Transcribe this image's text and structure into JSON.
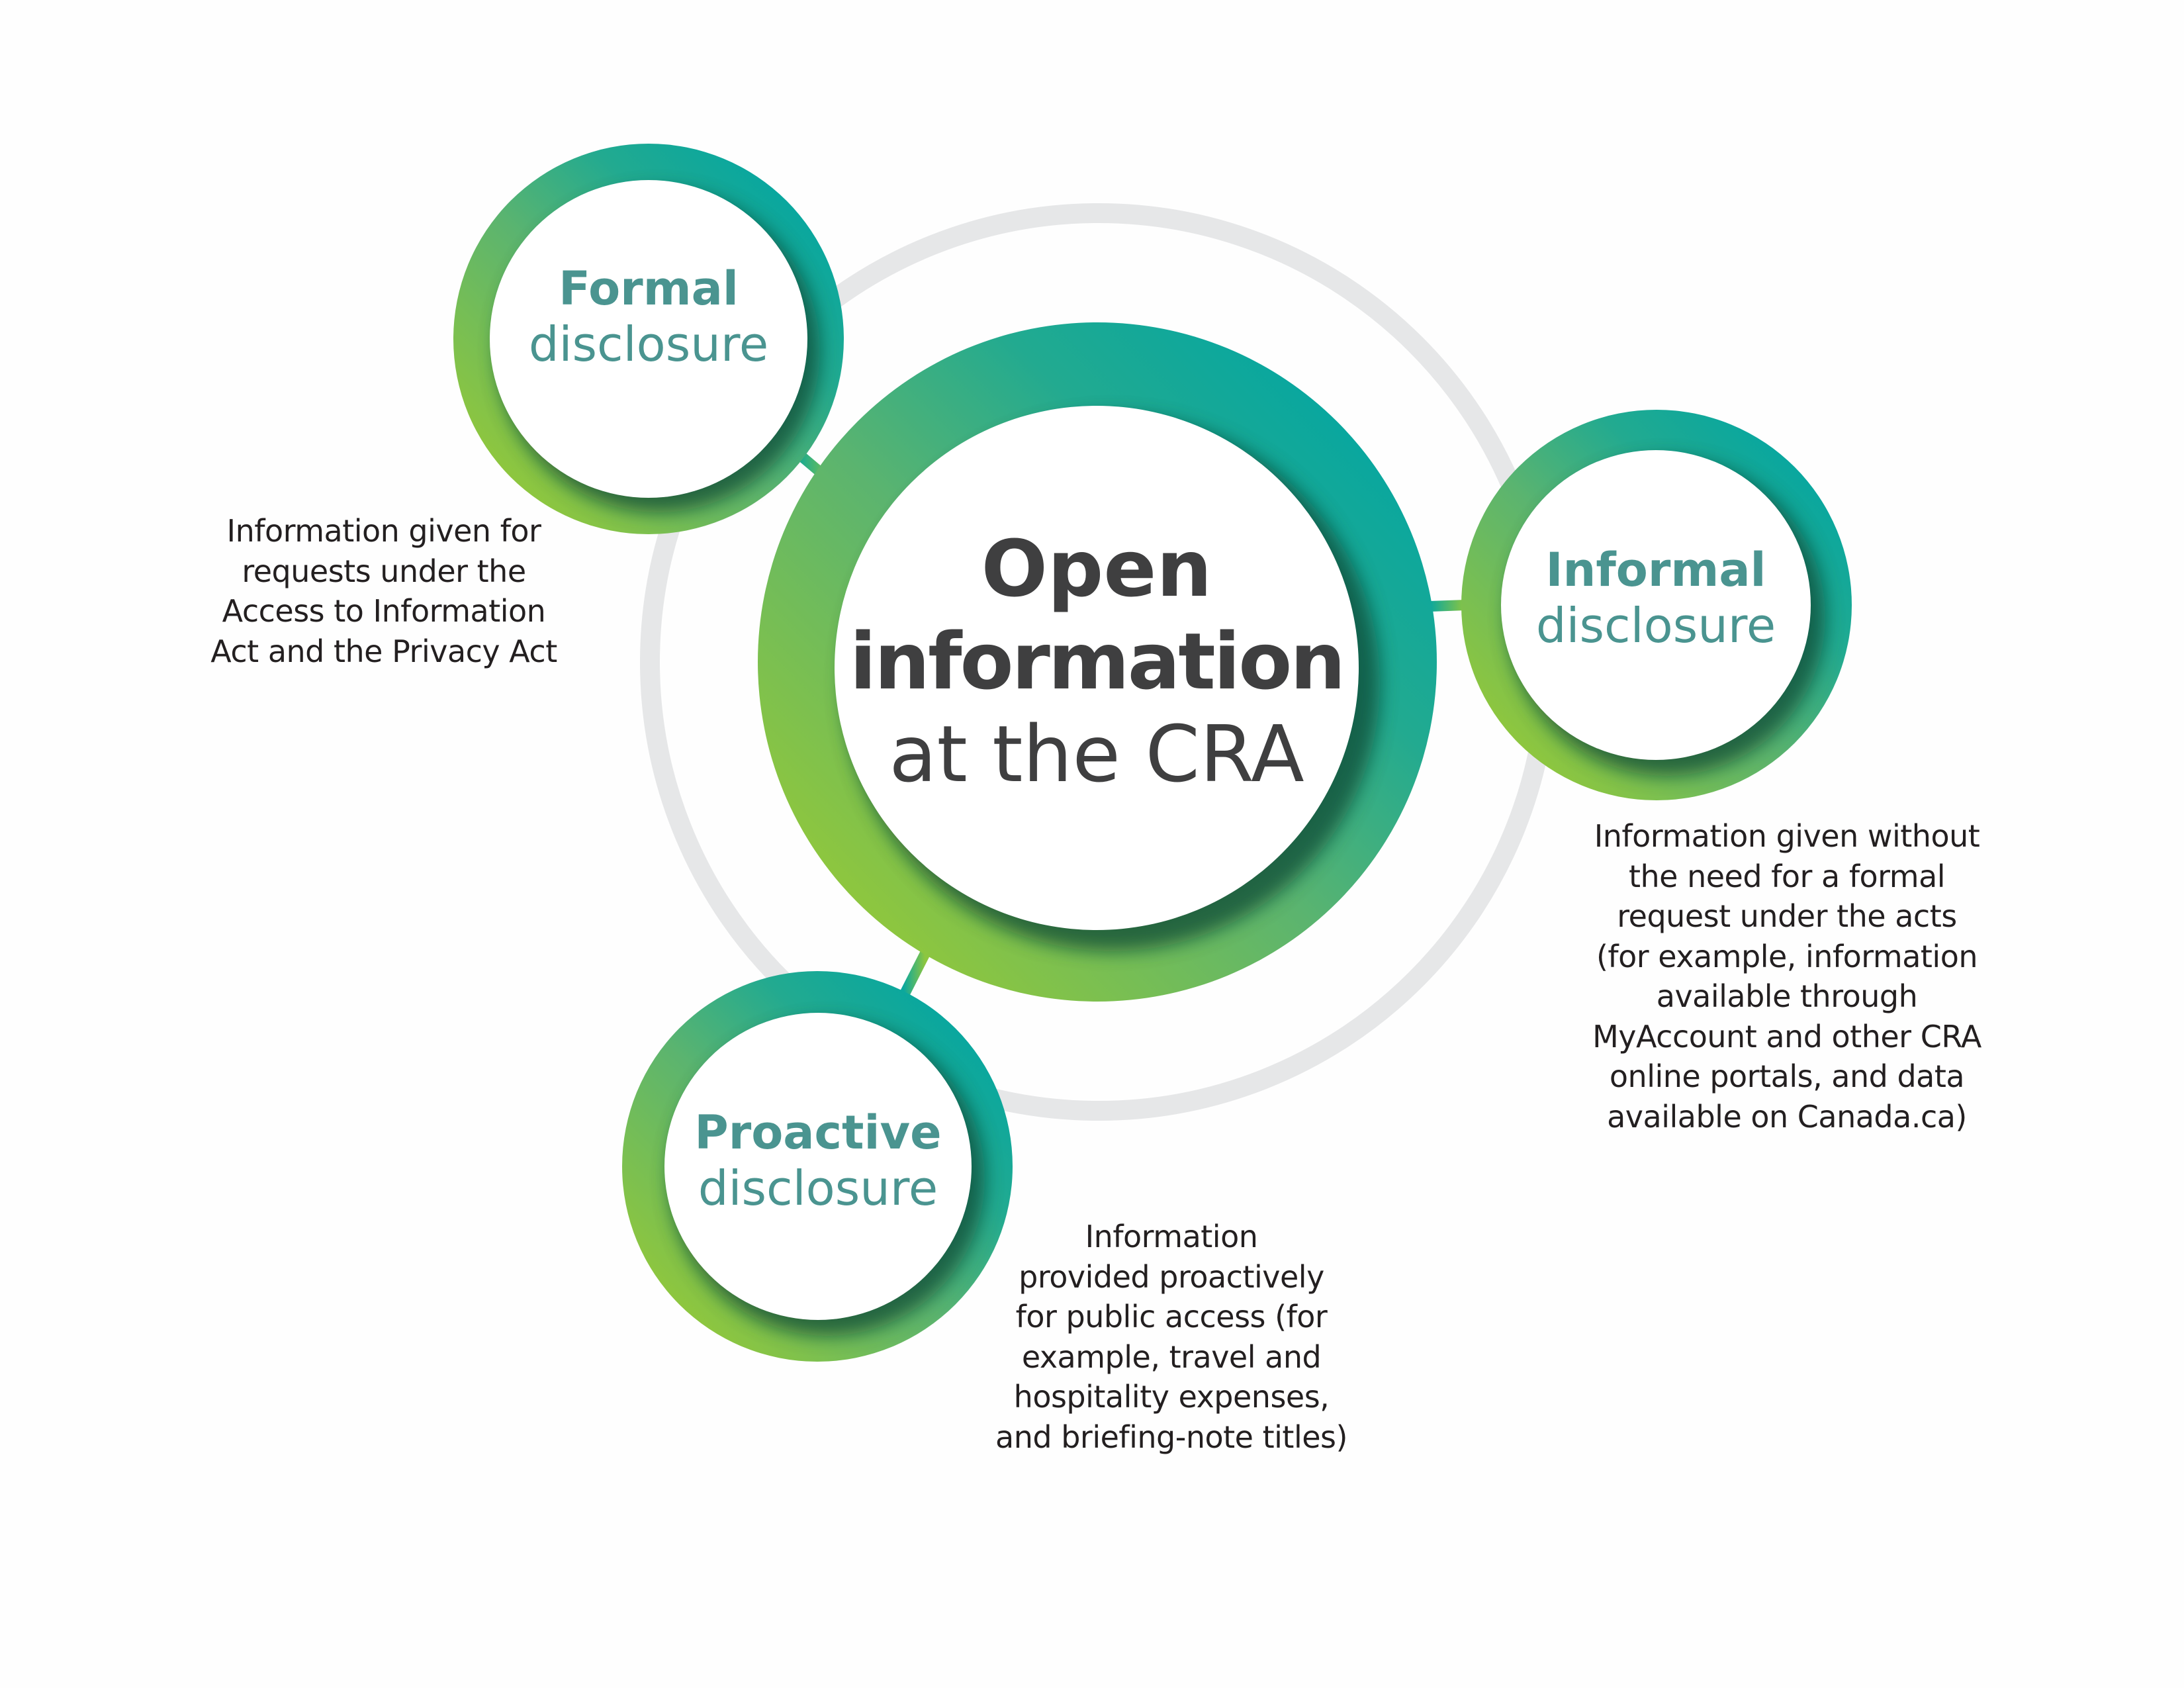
{
  "colors": {
    "gradient_teal": "#0aa79e",
    "gradient_mid": "#3fb08a",
    "gradient_green": "#8dc63f",
    "shadow_dark": "#0d4a36",
    "orbit_ring": "#e6e7e8",
    "heading_teal": "#4a9490",
    "center_text": "#3f3f40",
    "body_text": "#231f20",
    "inner_fill": "#ffffff"
  },
  "center": {
    "title_line1": "Open",
    "title_line2": "information",
    "title_line3": "at the CRA"
  },
  "nodes": [
    {
      "id": "formal",
      "title_bold": "Formal",
      "title_light": "disclosure",
      "description_lines": [
        "Information given for",
        "requests under the",
        "Access to Information",
        "Act and the Privacy Act"
      ]
    },
    {
      "id": "informal",
      "title_bold": "Informal",
      "title_light": "disclosure",
      "description_lines": [
        "Information given without",
        "the need for a formal",
        "request under the acts",
        "(for example, information",
        "available through",
        "MyAccount and other CRA",
        "online portals, and data",
        "available on Canada.ca)"
      ]
    },
    {
      "id": "proactive",
      "title_bold": "Proactive",
      "title_light": "disclosure",
      "description_lines": [
        "Information",
        "provided proactively",
        "for public access (for",
        "example, travel and",
        "hospitality expenses,",
        "and briefing-note titles)"
      ]
    }
  ]
}
